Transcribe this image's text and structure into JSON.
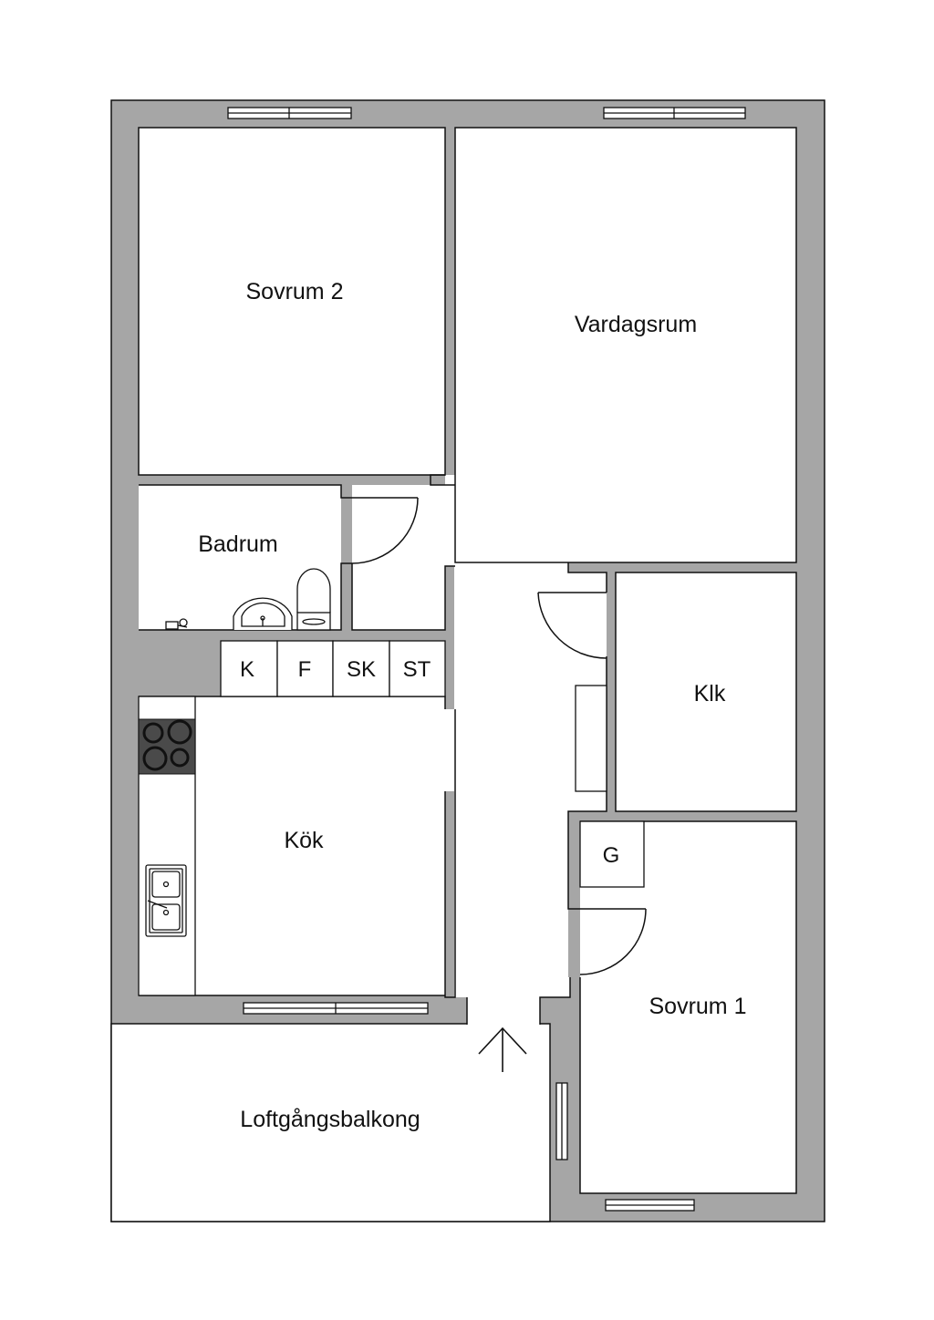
{
  "plan": {
    "rooms": {
      "sovrum2": "Sovrum 2",
      "vardagsrum": "Vardagsrum",
      "badrum": "Badrum",
      "klk": "Klk",
      "kok": "Kök",
      "sovrum1": "Sovrum 1",
      "balkong": "Loftgångsbalkong"
    },
    "fixtures": {
      "k": "K",
      "f": "F",
      "sk": "SK",
      "st": "ST",
      "g": "G"
    },
    "colors": {
      "wall": "#a6a6a6",
      "line": "#111111",
      "floor": "#ffffff",
      "stove": "#4a4a4a"
    }
  }
}
